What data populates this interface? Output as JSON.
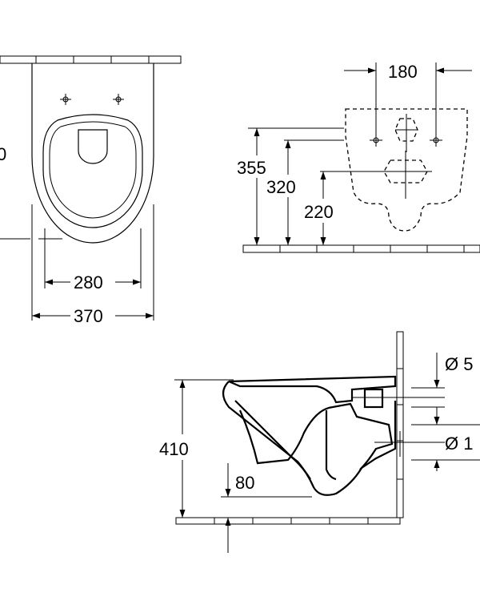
{
  "drawing": {
    "top_view": {
      "partial_left_label": "0",
      "inner_width": "280",
      "outer_width": "370"
    },
    "rear_view": {
      "hole_spacing": "180",
      "height_355": "355",
      "height_320": "320",
      "height_220": "220"
    },
    "side_view": {
      "height": "410",
      "offset": "80",
      "inlet_diameter_partial": "Ø 5",
      "outlet_diameter_partial": "Ø 1"
    }
  }
}
